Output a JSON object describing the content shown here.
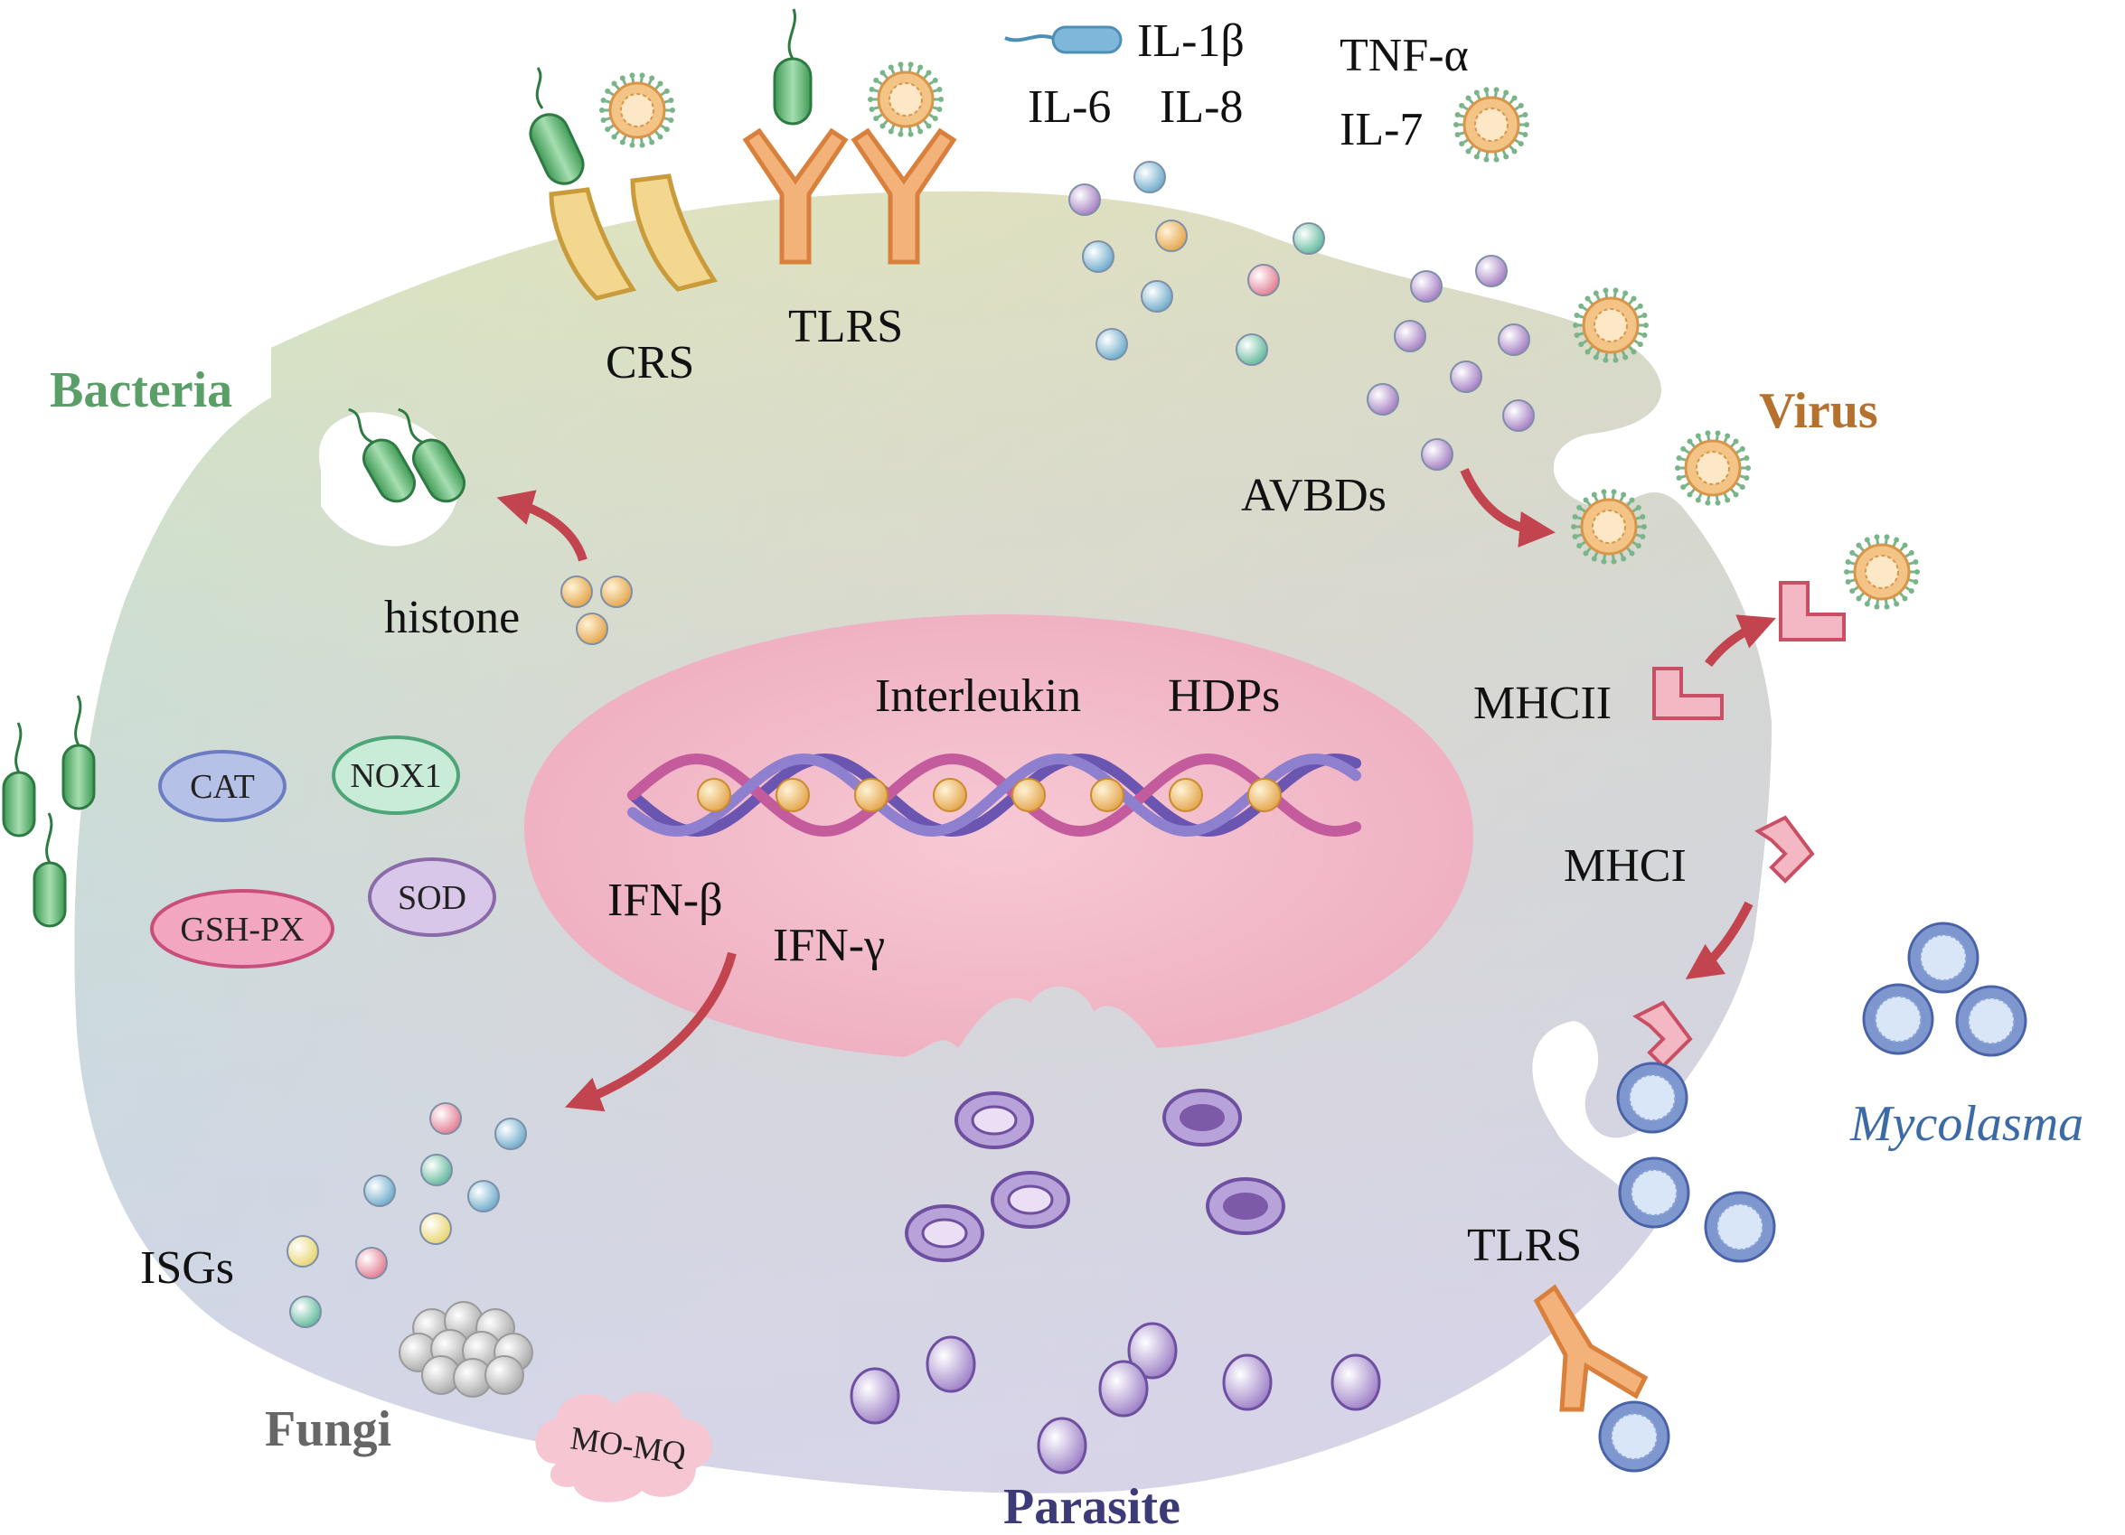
{
  "categories": {
    "bacteria": "Bacteria",
    "virus": "Virus",
    "fungi": "Fungi",
    "parasite": "Parasite",
    "mycoplasma": "Mycolasma"
  },
  "receptors": {
    "crs": "CRS",
    "tlrs_top": "TLRS",
    "tlrs_bottom": "TLRS",
    "mhc2": "MHCII",
    "mhc1": "MHCI"
  },
  "cytokines": {
    "il1b": "IL-1β",
    "il6": "IL-6",
    "il8": "IL-8",
    "tnfa": "TNF-α",
    "il7": "IL-7"
  },
  "molecules": {
    "avbds": "AVBDs",
    "histone": "histone",
    "isgs": "ISGs",
    "mo_mq": "MO-MQ"
  },
  "nucleus": {
    "interleukin": "Interleukin",
    "hdps": "HDPs",
    "ifn_b": "IFN-β",
    "ifn_g": "IFN-γ"
  },
  "enzymes": {
    "cat": "CAT",
    "nox1": "NOX1",
    "gsh_px": "GSH-PX",
    "sod": "SOD"
  },
  "colors": {
    "bacteria": "#5a9e68",
    "virus": "#b5722e",
    "fungi": "#666666",
    "parasite": "#3d3a78",
    "mycoplasma": "#3b6aa6",
    "arrow": "#c2444f",
    "nucleus": "#f1b9c8"
  }
}
